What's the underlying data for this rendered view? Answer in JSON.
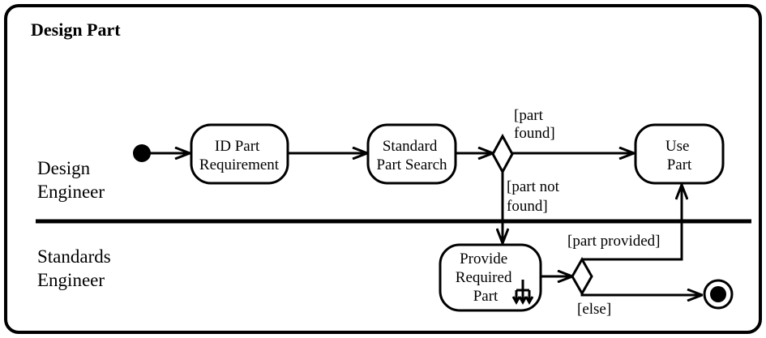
{
  "frame": {
    "title": "Design Part"
  },
  "lanes": [
    {
      "name_lines": [
        "Design",
        "Engineer"
      ]
    },
    {
      "name_lines": [
        "Standards",
        "Engineer"
      ]
    }
  ],
  "actions": {
    "id_part_requirement": {
      "lines": [
        "ID Part",
        "Requirement"
      ]
    },
    "standard_part_search": {
      "lines": [
        "Standard",
        "Part Search"
      ]
    },
    "use_part": {
      "lines": [
        "Use",
        "Part"
      ]
    },
    "provide_required_part": {
      "lines": [
        "Provide",
        "Required",
        "Part"
      ]
    }
  },
  "guards": {
    "part_found": [
      "[part",
      "found]"
    ],
    "part_not_found": [
      "[part not",
      "found]"
    ],
    "part_provided": [
      "[part provided]"
    ],
    "else": [
      "[else]"
    ]
  },
  "icons": {
    "subactivity": "rake-icon",
    "initial": "initial-node-icon",
    "final": "final-node-icon"
  },
  "colors": {
    "stroke": "#000000",
    "background": "#ffffff"
  }
}
